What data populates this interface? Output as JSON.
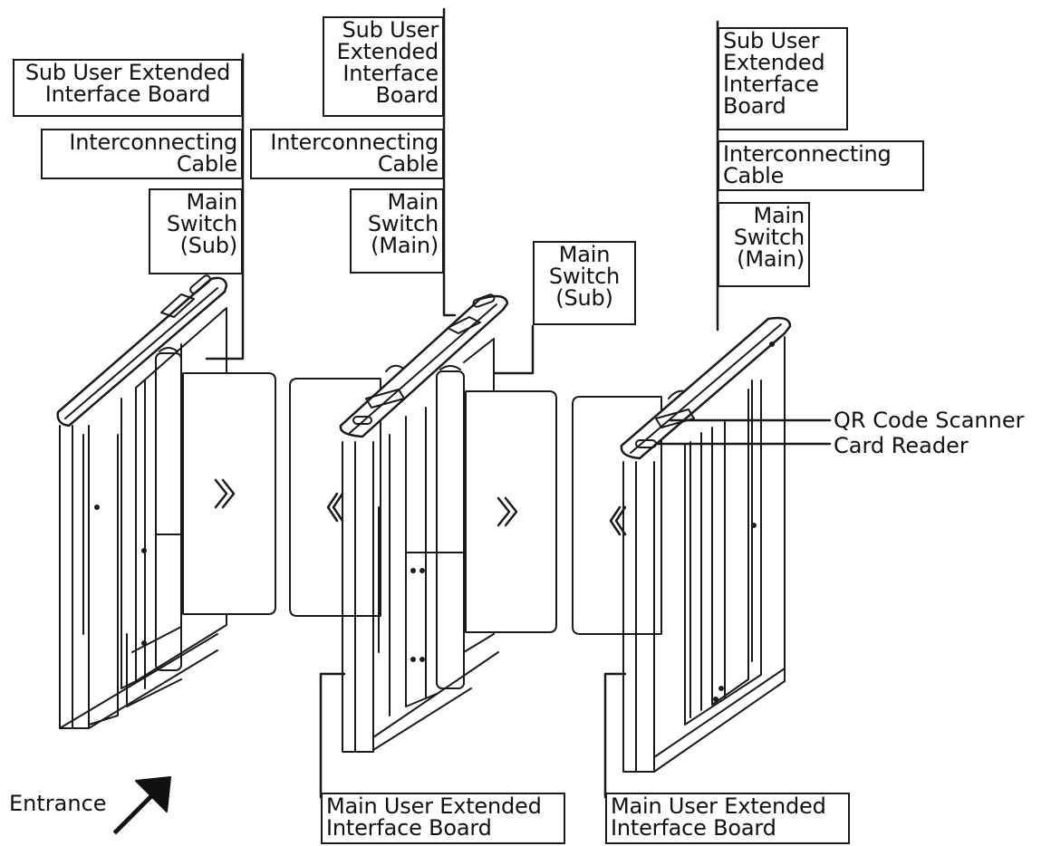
{
  "labels": {
    "left_sub_board": "Sub User Extended\nInterface Board",
    "left_cable": "Interconnecting\nCable",
    "left_switch": "Main\nSwitch\n(Sub)",
    "mid_sub_board": "Sub User\nExtended\nInterface\nBoard",
    "mid_cable": "Interconnecting\nCable",
    "mid_switch_main": "Main\nSwitch\n(Main)",
    "mid_switch_sub": "Main\nSwitch\n(Sub)",
    "right_sub_board": "Sub User\nExtended\nInterface\n Board",
    "right_cable": "Interconnecting\nCable",
    "right_switch": "Main\nSwitch\n(Main)",
    "qr_scanner": "QR Code Scanner",
    "card_reader": "Card Reader",
    "mid_main_board": "Main User Extended\nInterface Board",
    "right_main_board": "Main User Extended\nInterface Board",
    "entrance": "Entrance"
  }
}
